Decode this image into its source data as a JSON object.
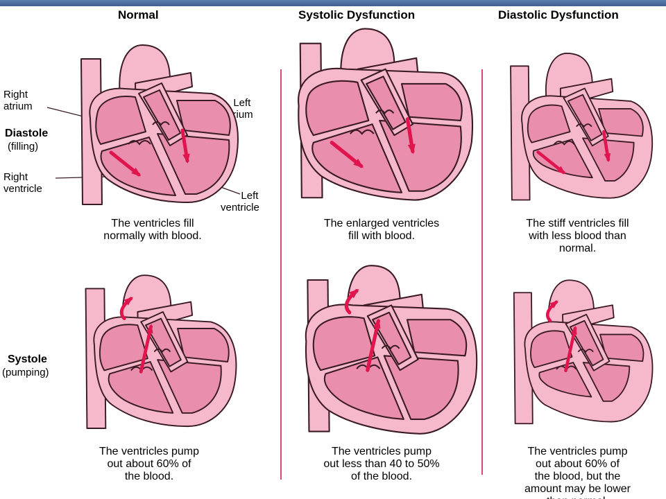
{
  "columns": {
    "normal": "Normal",
    "systolic": "Systolic Dysfunction",
    "diastolic": "Diastolic Dysfunction"
  },
  "rows": {
    "diastole": "Diastole",
    "diastole_sub": "(filling)",
    "systole": "Systole",
    "systole_sub": "(pumping)"
  },
  "labels": {
    "right_atrium_1": "Right",
    "right_atrium_2": "atrium",
    "left_atrium_1": "Left",
    "left_atrium_2": "atrium",
    "right_ventricle_1": "Right",
    "right_ventricle_2": "ventricle",
    "left_ventricle_1": "Left",
    "left_ventricle_2": "ventricle"
  },
  "captions": {
    "normal_diastole": [
      "The ventricles fill",
      "normally with blood."
    ],
    "systolic_diastole": [
      "The enlarged ventricles",
      "fill with blood."
    ],
    "diastolic_diastole": [
      "The stiff ventricles fill",
      "with less blood than",
      "normal."
    ],
    "normal_systole": [
      "The ventricles pump",
      "out about 60% of",
      "the blood."
    ],
    "systolic_systole": [
      "The ventricles pump",
      "out less than 40 to 50%",
      "of the blood."
    ],
    "diastolic_systole": [
      "The ventricles pump",
      "out about 60% of",
      "the blood, but the",
      "amount may be lower",
      "than normal."
    ]
  },
  "colors": {
    "heart_fill": "#f6b9cc",
    "chamber_fill": "#e98eac",
    "outline": "#3a1a24",
    "arrow": "#e0154e",
    "divider": "#d9477a",
    "topbar": "#4a6b9b"
  }
}
